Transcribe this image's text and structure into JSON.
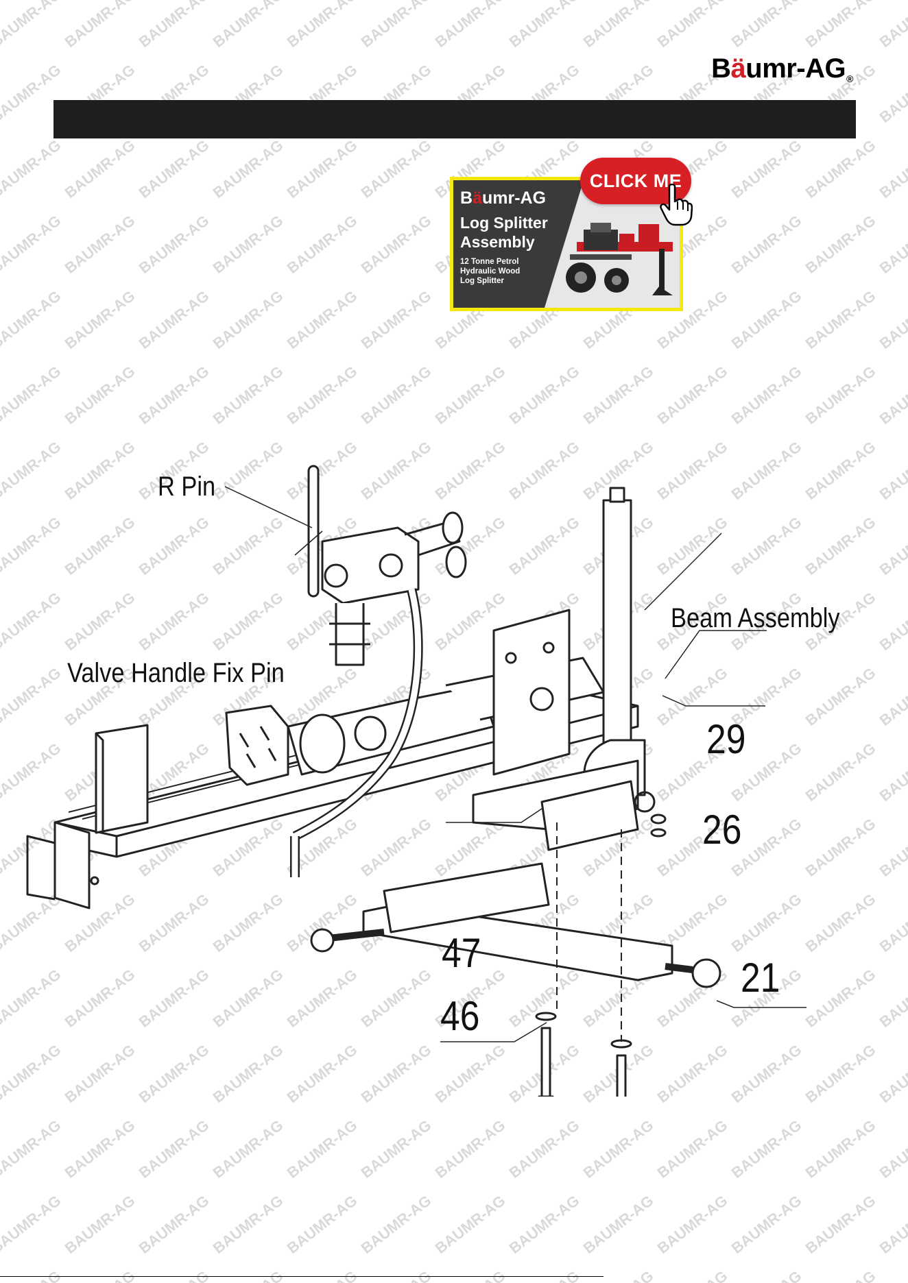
{
  "brand": {
    "prefix": "B",
    "accent": "ä",
    "rest": "umr-AG",
    "reg": "®",
    "accent_color": "#d32027"
  },
  "watermark_text": "BAUMR-AG",
  "header_bar_color": "#1e1e1e",
  "promo": {
    "brand_prefix": "B",
    "brand_accent": "ä",
    "brand_rest": "umr-AG",
    "title": "Log Splitter Assembly",
    "subtitle": "12 Tonne Petrol Hydraulic Wood Log Splitter",
    "button_label": "CLICK ME",
    "border_color": "#f4e80f",
    "button_color": "#d71f26",
    "icon": "pointing-hand-icon"
  },
  "callouts": {
    "r_pin": "R Pin",
    "valve_handle_fix_pin": "Valve Handle Fix Pin",
    "beam_assembly": "Beam Assembly",
    "p29": "29",
    "p26": "26",
    "p47": "47",
    "p21": "21",
    "p46": "46"
  }
}
